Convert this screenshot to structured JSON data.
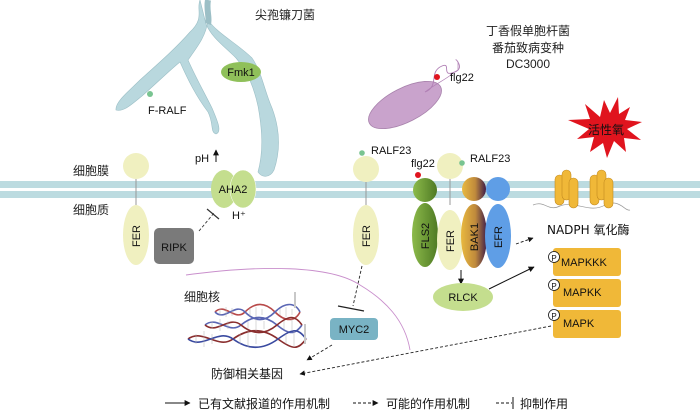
{
  "organisms": {
    "fungus_name": "尖孢镰刀菌",
    "bacteria_name_line1": "丁香假单胞杆菌",
    "bacteria_name_line2": "番茄致病变种",
    "bacteria_name_line3": "DC3000"
  },
  "labels": {
    "fmk1": "Fmk1",
    "f_ralf": "F-RALF",
    "flg22_bacteria": "flg22",
    "ros": "活性氧",
    "cell_membrane": "细胞膜",
    "cytoplasm": "细胞质",
    "nucleus": "细胞核",
    "ph_up": "pH",
    "h_plus": "H⁺",
    "aha2": "AHA2",
    "ripk": "RIPK",
    "fer_left": "FER",
    "fer_middle": "FER",
    "fer_right": "FER",
    "ralf23_left": "RALF23",
    "ralf23_right": "RALF23",
    "flg22_receptor": "flg22",
    "fls2": "FLS2",
    "bak1": "BAK1",
    "efr": "EFR",
    "rlck": "RLCK",
    "nadph_oxidase": "NADPH 氧化酶",
    "mapkkk": "MAPKKK",
    "mapkk": "MAPKK",
    "mapk": "MAPK",
    "phospho": "P",
    "myc2": "MYC2",
    "defense_genes": "防御相关基因"
  },
  "legend": {
    "reported": "已有文献报道的作用机制",
    "possible": "可能的作用机制",
    "inhibition": "抑制作用"
  },
  "colors": {
    "membrane": "#bcdbe0",
    "hypha": "#b9d8de",
    "fer": "#f0f0c0",
    "aha2": "#c4de8e",
    "ripk": "#7a7a7a",
    "fls2": "#6e9a36",
    "bak1_a": "#e8b640",
    "bak1_b": "#4a2050",
    "efr": "#5f9ee6",
    "rlck": "#c4de8e",
    "mapk": "#f0b838",
    "myc2": "#79b3c4",
    "ros": "#e0141e",
    "bacterium": "#c9a3cc",
    "ralf_dot": "#79c491",
    "flg22_dot": "#e0141e",
    "nucleus_line": "#c98fcc"
  }
}
